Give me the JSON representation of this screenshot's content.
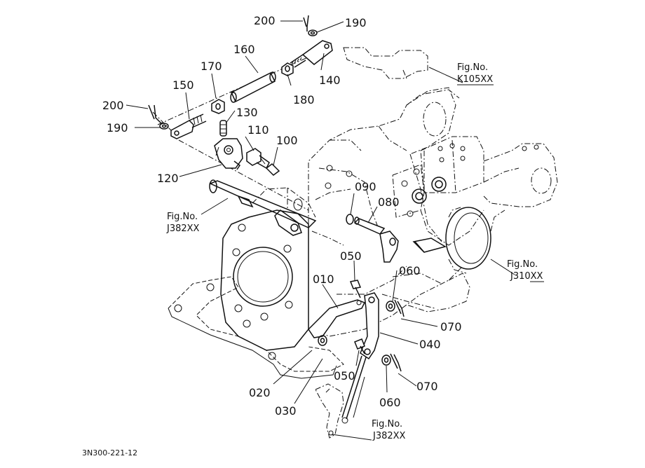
{
  "parts": [
    {
      "id": "p200a",
      "label": "200"
    },
    {
      "id": "p190a",
      "label": "190"
    },
    {
      "id": "p160",
      "label": "160"
    },
    {
      "id": "p170",
      "label": "170"
    },
    {
      "id": "p150",
      "label": "150"
    },
    {
      "id": "p140",
      "label": "140"
    },
    {
      "id": "p180",
      "label": "180"
    },
    {
      "id": "p200b",
      "label": "200"
    },
    {
      "id": "p130",
      "label": "130"
    },
    {
      "id": "p190b",
      "label": "190"
    },
    {
      "id": "p110",
      "label": "110"
    },
    {
      "id": "p100",
      "label": "100"
    },
    {
      "id": "p120",
      "label": "120"
    },
    {
      "id": "p090",
      "label": "090"
    },
    {
      "id": "p080",
      "label": "080"
    },
    {
      "id": "p050a",
      "label": "050"
    },
    {
      "id": "p060a",
      "label": "060"
    },
    {
      "id": "p010",
      "label": "010"
    },
    {
      "id": "p070a",
      "label": "070"
    },
    {
      "id": "p040",
      "label": "040"
    },
    {
      "id": "p020",
      "label": "020"
    },
    {
      "id": "p050b",
      "label": "050"
    },
    {
      "id": "p070b",
      "label": "070"
    },
    {
      "id": "p060b",
      "label": "060"
    },
    {
      "id": "p030",
      "label": "030"
    }
  ],
  "refs": {
    "k105": {
      "title": "Fig.No.",
      "code": "K105XX"
    },
    "j382_left": {
      "title": "Fig.No.",
      "code": "J382XX"
    },
    "j310": {
      "title": "Fig.No.",
      "code": "J310XX"
    },
    "j382_bottom": {
      "title": "Fig.No.",
      "code": "J382XX"
    }
  },
  "drawing_code": "3N300-221-12"
}
